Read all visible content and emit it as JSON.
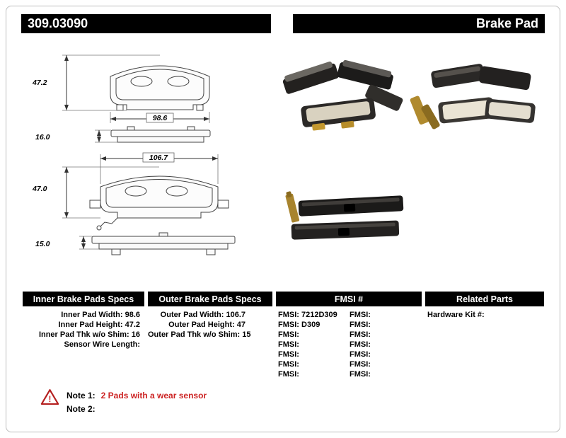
{
  "colors": {
    "header_bar_bg": "#000000",
    "header_bar_text": "#ffffff",
    "note_red": "#cc2222",
    "warning_red": "#cc2222"
  },
  "header": {
    "part_number": "309.03090",
    "product_name": "Brake Pad"
  },
  "diagram": {
    "inner_front": {
      "height": "47.2",
      "width": "98.6"
    },
    "inner_side": {
      "thickness": "16.0"
    },
    "outer_front": {
      "width": "106.7",
      "height": "47.0"
    },
    "outer_side": {
      "thickness": "15.0"
    }
  },
  "spec_table": {
    "inner": {
      "header": "Inner Brake Pads Specs",
      "rows": [
        {
          "label": "Inner Pad Width:",
          "value": "98.6"
        },
        {
          "label": "Inner Pad Height:",
          "value": "47.2"
        },
        {
          "label": "Inner Pad Thk w/o Shim:",
          "value": "16"
        },
        {
          "label": "Sensor Wire Length:",
          "value": ""
        }
      ]
    },
    "outer": {
      "header": "Outer Brake Pads Specs",
      "rows": [
        {
          "label": "Outer Pad Width:",
          "value": "106.7"
        },
        {
          "label": "Outer Pad Height:",
          "value": "47"
        },
        {
          "label": "Outer Pad Thk w/o Shim:",
          "value": "15"
        }
      ]
    },
    "fmsi": {
      "header": "FMSI #",
      "left_rows": [
        {
          "label": "FMSI:",
          "value": "7212D309"
        },
        {
          "label": "FMSI:",
          "value": "D309"
        },
        {
          "label": "FMSI:",
          "value": ""
        },
        {
          "label": "FMSI:",
          "value": ""
        },
        {
          "label": "FMSI:",
          "value": ""
        },
        {
          "label": "FMSI:",
          "value": ""
        },
        {
          "label": "FMSI:",
          "value": ""
        }
      ],
      "right_rows": [
        {
          "label": "FMSI:",
          "value": ""
        },
        {
          "label": "FMSI:",
          "value": ""
        },
        {
          "label": "FMSI:",
          "value": ""
        },
        {
          "label": "FMSI:",
          "value": ""
        },
        {
          "label": "FMSI:",
          "value": ""
        },
        {
          "label": "FMSI:",
          "value": ""
        },
        {
          "label": "FMSI:",
          "value": ""
        }
      ]
    },
    "related": {
      "header": "Related Parts",
      "rows": [
        {
          "label": "Hardware Kit #:",
          "value": ""
        }
      ]
    }
  },
  "notes": {
    "warning_icon": "⚠",
    "note1_label": "Note 1:",
    "note1_text": "2 Pads with a wear sensor",
    "note2_label": "Note 2:",
    "note2_text": ""
  }
}
